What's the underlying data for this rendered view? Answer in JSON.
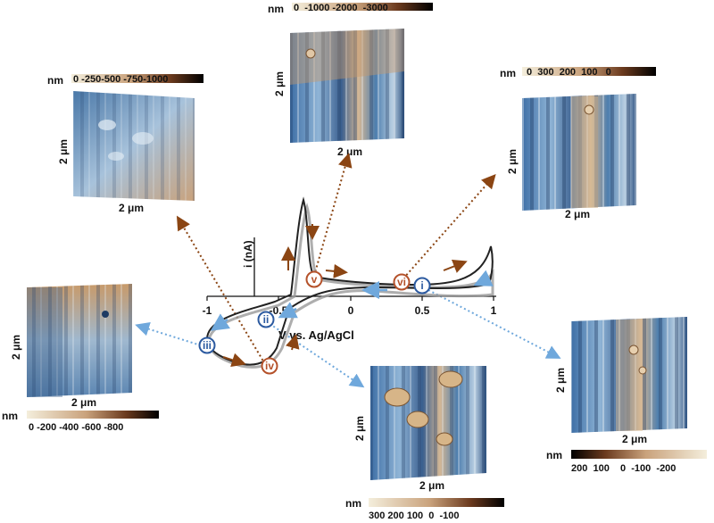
{
  "colors": {
    "oxidation": "#8B4513",
    "reduction": "#6FA8DC",
    "circle_red": "#B5522B",
    "circle_blue": "#2C5AA0",
    "cv_trace": "#222222",
    "cv_trace_light": "#9A9A9A",
    "afm_blue": "#4A78A8",
    "afm_tan": "#C9A27C"
  },
  "chart": {
    "xlabel": "V vs. Ag/AgCl",
    "ylabel": "i (nA)",
    "x_ticks": [
      "-1",
      "-0.5",
      "0",
      "0.5",
      "1"
    ]
  },
  "points": [
    {
      "id": "i",
      "label": "i",
      "group": "reduction"
    },
    {
      "id": "ii",
      "label": "ii",
      "group": "reduction"
    },
    {
      "id": "iii",
      "label": "iii",
      "group": "reduction"
    },
    {
      "id": "iv",
      "label": "iv",
      "group": "oxidation"
    },
    {
      "id": "v",
      "label": "v",
      "group": "oxidation"
    },
    {
      "id": "vi",
      "label": "vi",
      "group": "oxidation"
    }
  ],
  "images": {
    "top": {
      "unit": "nm",
      "scale": "0  -1000 -2000  -3000",
      "side": "2 μm",
      "bottom": "2 μm"
    },
    "upper_left": {
      "unit": "nm",
      "scale": "0 -250-500 -750-1000",
      "side": "2 μm",
      "bottom": "2 μm"
    },
    "upper_right": {
      "unit": "nm",
      "scale": "0  300  200  100   0",
      "side": "2 μm",
      "bottom": "2 μm"
    },
    "left": {
      "unit": "nm",
      "scale": "0 -200 -400 -600 -800",
      "side": "2 μm",
      "bottom": "2 μm"
    },
    "bottom_center": {
      "unit": "nm",
      "scale": "300 200 100  0  -100",
      "side": "2 μm",
      "bottom": "2 μm"
    },
    "right": {
      "unit": "nm",
      "scale": "200  100    0  -100  -200",
      "side": "2 μm",
      "bottom": "2 μm"
    }
  }
}
